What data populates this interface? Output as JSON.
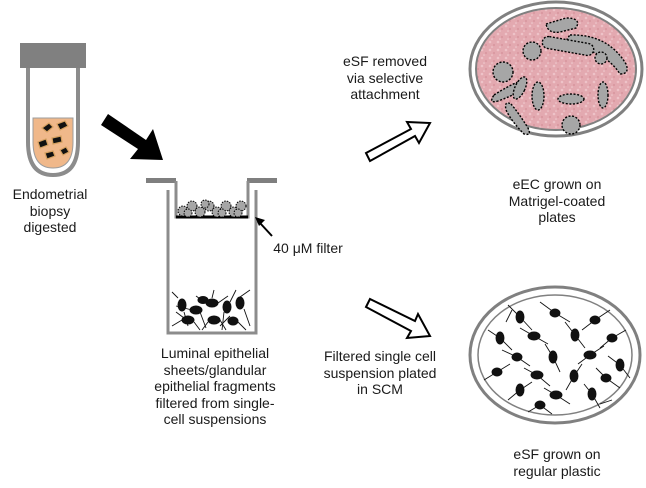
{
  "labels": {
    "tube": "Endometrial\nbiopsy\ndigested",
    "filter": "40 μM filter",
    "insert": "Luminal epithelial\nsheets/glandular\nepithelial fragments\nfiltered from single-\ncell suspensions",
    "esf_removed": "eSF removed\nvia selective\nattachment",
    "eec": "eEC grown on\nMatrigel-coated\nplates",
    "filtered_single": "Filtered single cell\nsuspension plated\nin SCM",
    "esf_grown": "eSF grown on\nregular plastic"
  },
  "colors": {
    "tube_cap": "#808080",
    "tube_outline": "#8c8c8c",
    "digest_fluid": "#f0b88a",
    "matrigel_pink": "#e6aeb4",
    "fragment_gray": "#a6a6a6",
    "cell_black": "#111111"
  }
}
